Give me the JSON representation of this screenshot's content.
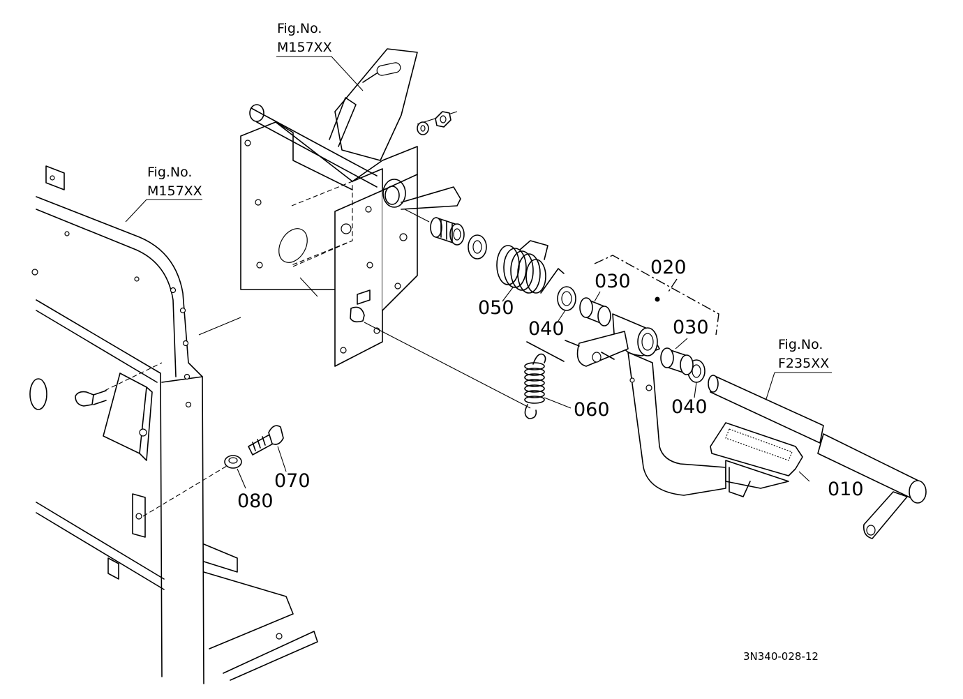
{
  "figure_refs": [
    {
      "title": "Fig.No.",
      "number": "M157XX"
    },
    {
      "title": "Fig.No.",
      "number": "M157XX"
    },
    {
      "title": "Fig.No.",
      "number": "F235XX"
    }
  ],
  "parts": [
    {
      "label": "010"
    },
    {
      "label": "020"
    },
    {
      "label": "030"
    },
    {
      "label": "030"
    },
    {
      "label": "040"
    },
    {
      "label": "040"
    },
    {
      "label": "050"
    },
    {
      "label": "060"
    },
    {
      "label": "070"
    },
    {
      "label": "080"
    }
  ],
  "drawing_code": "3N340-028-12"
}
